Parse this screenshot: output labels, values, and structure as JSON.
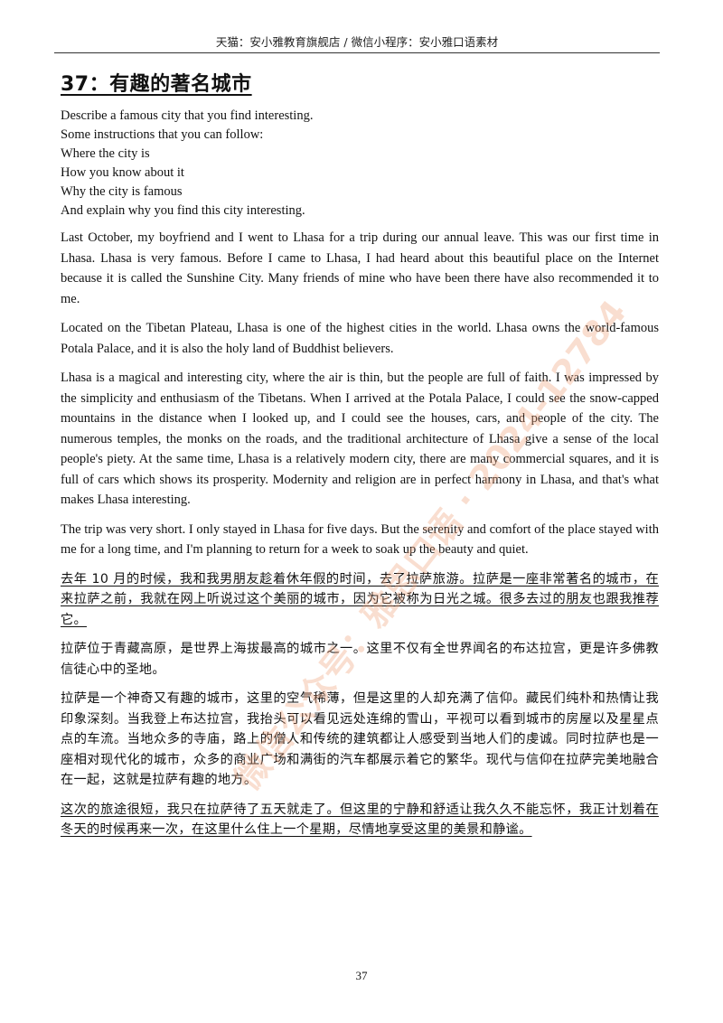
{
  "header": {
    "text": "天猫：安小雅教育旗舰店   /   微信小程序：安小雅口语素材"
  },
  "title": "37：有趣的著名城市",
  "prompt_lines": [
    "Describe a famous city that you find interesting.",
    "Some instructions that you can follow:",
    "Where the city is",
    "How you know about it",
    "Why the city is famous",
    "And explain why you find this city interesting."
  ],
  "english_paragraphs": [
    "Last October, my boyfriend and I went to Lhasa for a trip during our annual leave. This was our first time in Lhasa. Lhasa is very famous. Before I came to Lhasa, I had heard about this beautiful place on the Internet because it is called the Sunshine City. Many friends of mine who have been there have also recommended it to me.",
    "Located on the Tibetan Plateau, Lhasa is one of the highest cities in the world. Lhasa owns the world-famous Potala Palace, and it is also the holy land of Buddhist believers.",
    "Lhasa is a magical and interesting city, where the air is thin, but the people are full of faith. I was impressed by the simplicity and enthusiasm of the Tibetans. When I arrived at the Potala Palace, I could see the snow-capped mountains in the distance when I looked up, and I could see the houses, cars, and people of the city. The numerous temples, the monks on the roads, and the traditional architecture of Lhasa give a sense of the local people's piety. At the same time, Lhasa is a relatively modern city, there are many commercial squares, and it is full of cars which shows its prosperity. Modernity and religion are in perfect harmony in Lhasa, and that's what makes Lhasa interesting.",
    "The trip was very short. I only stayed in Lhasa for five days. But the serenity and comfort of the place stayed with me for a long time, and I'm planning to return for a week to soak up the beauty and quiet."
  ],
  "chinese_paragraphs": [
    "去年 10 月的时候，我和我男朋友趁着休年假的时间，去了拉萨旅游。拉萨是一座非常著名的城市，在来拉萨之前，我就在网上听说过这个美丽的城市，因为它被称为日光之城。很多去过的朋友也跟我推荐它。",
    "拉萨位于青藏高原，是世界上海拔最高的城市之一。这里不仅有全世界闻名的布达拉宫，更是许多佛教信徒心中的圣地。",
    "拉萨是一个神奇又有趣的城市，这里的空气稀薄，但是这里的人却充满了信仰。藏民们纯朴和热情让我印象深刻。当我登上布达拉宫，我抬头可以看见远处连绵的雪山，平视可以看到城市的房屋以及星星点点的车流。当地众多的寺庙，路上的僧人和传统的建筑都让人感受到当地人们的虔诚。同时拉萨也是一座相对现代化的城市，众多的商业广场和满街的汽车都展示着它的繁华。现代与信仰在拉萨完美地融合在一起，这就是拉萨有趣的地方。",
    "这次的旅途很短，我只在拉萨待了五天就走了。但这里的宁静和舒适让我久久不能忘怀，我正计划着在冬天的时候再来一次，在这里什么住上一个星期，尽情地享受这里的美景和静谧。"
  ],
  "page_number": "37",
  "watermark": "微信公众号：雅思口语 · 2024-12784"
}
